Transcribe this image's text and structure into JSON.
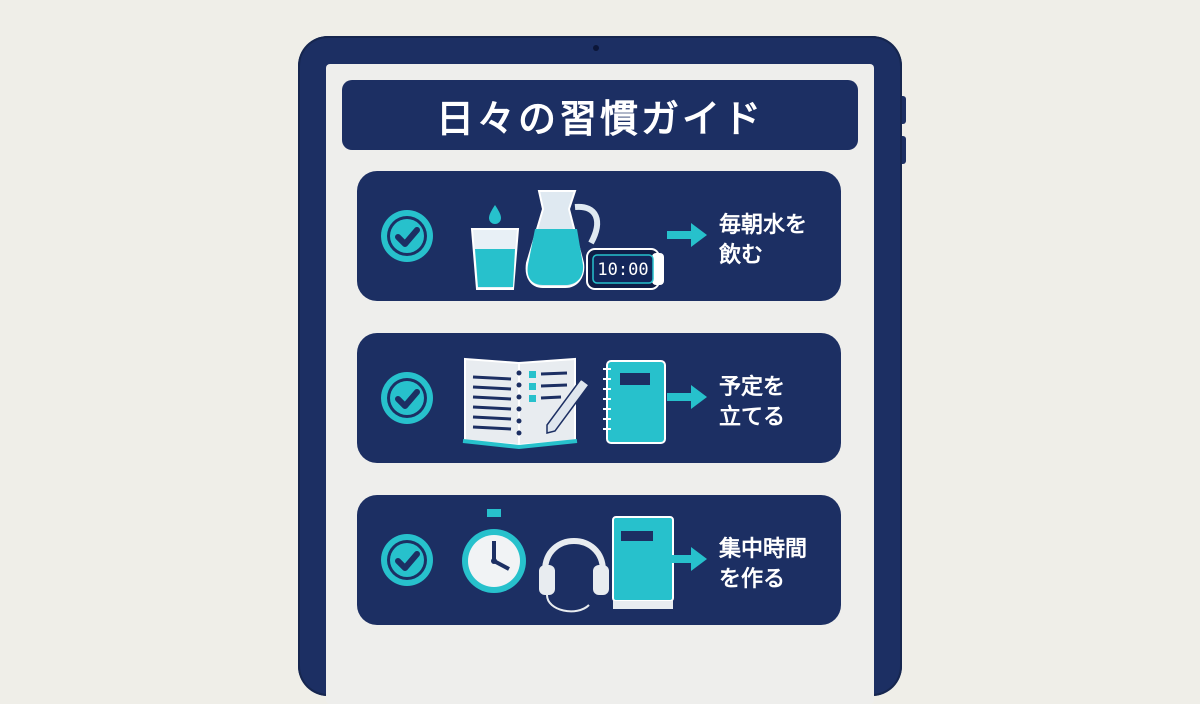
{
  "title": "日々の習慣ガイド",
  "colors": {
    "navy": "#1c2f63",
    "teal": "#27c1cc",
    "screen": "#eeeeec",
    "background": "#efeee8"
  },
  "habits": [
    {
      "line1": "毎朝水を",
      "line2": "飲む",
      "clock_time": "10:00",
      "icons": [
        "water-glass-icon",
        "water-pitcher-icon",
        "digital-clock-icon"
      ]
    },
    {
      "line1": "予定を",
      "line2": "立てる",
      "icons": [
        "open-planner-icon",
        "pen-icon",
        "spiral-notebook-icon"
      ]
    },
    {
      "line1": "集中時間",
      "line2": "を作る",
      "icons": [
        "stopwatch-icon",
        "headphones-icon",
        "book-icon"
      ]
    }
  ]
}
